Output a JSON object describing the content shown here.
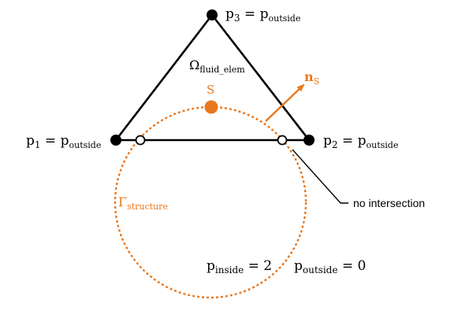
{
  "colors": {
    "line": "#000000",
    "accent": "#e8781f",
    "background": "#ffffff"
  },
  "labels": {
    "p3": {
      "base": "p",
      "sub": "3",
      "eq": " = ",
      "rhs": "p",
      "rhs_sub": "outside"
    },
    "p1": {
      "base": "p",
      "sub": "1",
      "eq": " = ",
      "rhs": "p",
      "rhs_sub": "outside"
    },
    "p2": {
      "base": "p",
      "sub": "2",
      "eq": " = ",
      "rhs": "p",
      "rhs_sub": "outside"
    },
    "omega": {
      "base": "Ω",
      "sub": "fluid_elem"
    },
    "s_point": "S",
    "normal": {
      "base": "n",
      "sub": "S"
    },
    "gamma": {
      "base": "Γ",
      "sub": "structure"
    },
    "p_inside": {
      "base": "p",
      "sub": "inside",
      "rhs": " = 2"
    },
    "p_outside": {
      "base": "p",
      "sub": "outside",
      "rhs": " = 0"
    },
    "no_intersection": "no intersection"
  }
}
